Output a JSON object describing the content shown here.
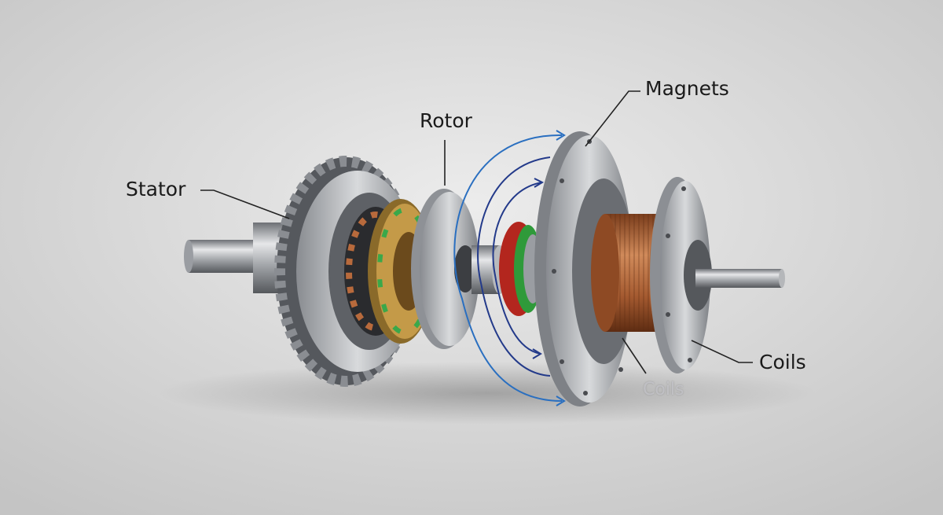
{
  "labels": {
    "stator": "Stator",
    "rotor": "Rotor",
    "magnets": "Magnets",
    "coils": "Coils",
    "coils_faint": "Coils"
  },
  "colors": {
    "field_lines": "#2a6fc0",
    "field_lines_inner": "#233a8a",
    "copper": "#b86a3c",
    "magnet_red": "#b3261e",
    "magnet_green": "#2f9a3a",
    "steel": "#a8abb0",
    "background": "#d8d8d8"
  }
}
